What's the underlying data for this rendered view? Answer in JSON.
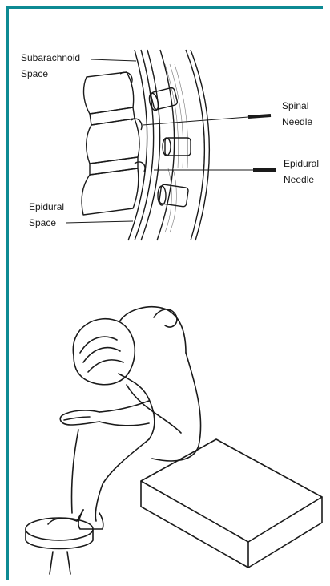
{
  "colors": {
    "frame": "#0d8a93",
    "ink": "#1a1a1a"
  },
  "labels": {
    "subarachnoid_line1": "Subarachnoid",
    "subarachnoid_line2": "Space",
    "spinal_line1": "Spinal",
    "spinal_line2": "Needle",
    "epidural_needle_line1": "Epidural",
    "epidural_needle_line2": "Needle",
    "epidural_space_line1": "Epidural",
    "epidural_space_line2": "Space"
  }
}
